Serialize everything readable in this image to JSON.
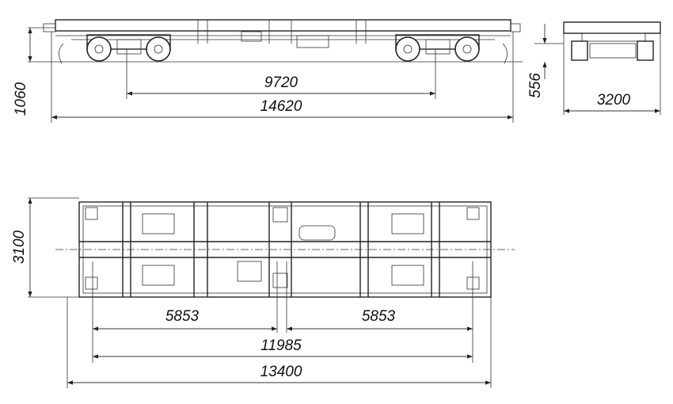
{
  "side_view": {
    "dimensions": {
      "bogie_centers": "9720",
      "overall_length": "14620",
      "height": "1060",
      "deck_height": "556"
    }
  },
  "end_view": {
    "dimensions": {
      "width": "3200"
    }
  },
  "plan_view": {
    "dimensions": {
      "width": "3100",
      "half_left": "5853",
      "half_right": "5853",
      "bogie_base": "11985",
      "frame_length": "13400"
    }
  }
}
